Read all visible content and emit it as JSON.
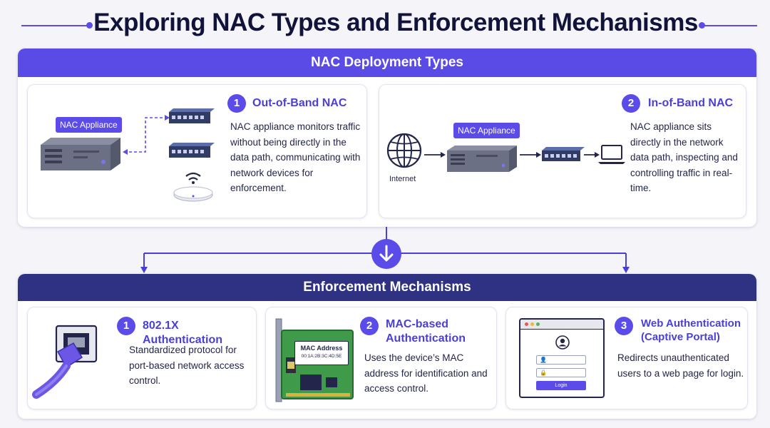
{
  "title": "Exploring NAC Types and Enforcement Mechanisms",
  "deployment": {
    "header": "NAC Deployment Types",
    "out_of_band": {
      "number": "1",
      "title": "Out-of-Band NAC",
      "description": "NAC appliance monitors traffic without being directly in the data path, communicating with network devices for enforcement.",
      "appliance_label": "NAC Appliance"
    },
    "in_band": {
      "number": "2",
      "title": "In-of-Band NAC",
      "description": "NAC appliance sits directly in the network data path, inspecting and controlling traffic in real-time.",
      "appliance_label": "NAC Appliance",
      "internet_label": "Internet"
    }
  },
  "enforcement": {
    "header": "Enforcement Mechanisms",
    "items": [
      {
        "number": "1",
        "title": "802.1X Authentication",
        "description": "Standardized protocol for port-based network access control."
      },
      {
        "number": "2",
        "title": "MAC-based Authentication",
        "description": "Uses the device’s MAC address for identification and access control.",
        "card_label": "MAC Address",
        "card_mac": "00:1A:2B:3C:4D:5E"
      },
      {
        "number": "3",
        "title": "Web Authentication (Captive Portal)",
        "description": "Redirects unauthenticated users to a web page for login.",
        "login_label": "Login"
      }
    ]
  },
  "colors": {
    "accent": "#5b4be8",
    "header_dark": "#2f3283",
    "title_text": "#4a3fd6"
  },
  "icons": [
    "network-switch-icon",
    "server-appliance-icon",
    "wireless-access-point-icon",
    "globe-icon",
    "laptop-icon",
    "ethernet-port-icon",
    "network-card-icon",
    "browser-login-icon",
    "down-arrow-icon"
  ]
}
